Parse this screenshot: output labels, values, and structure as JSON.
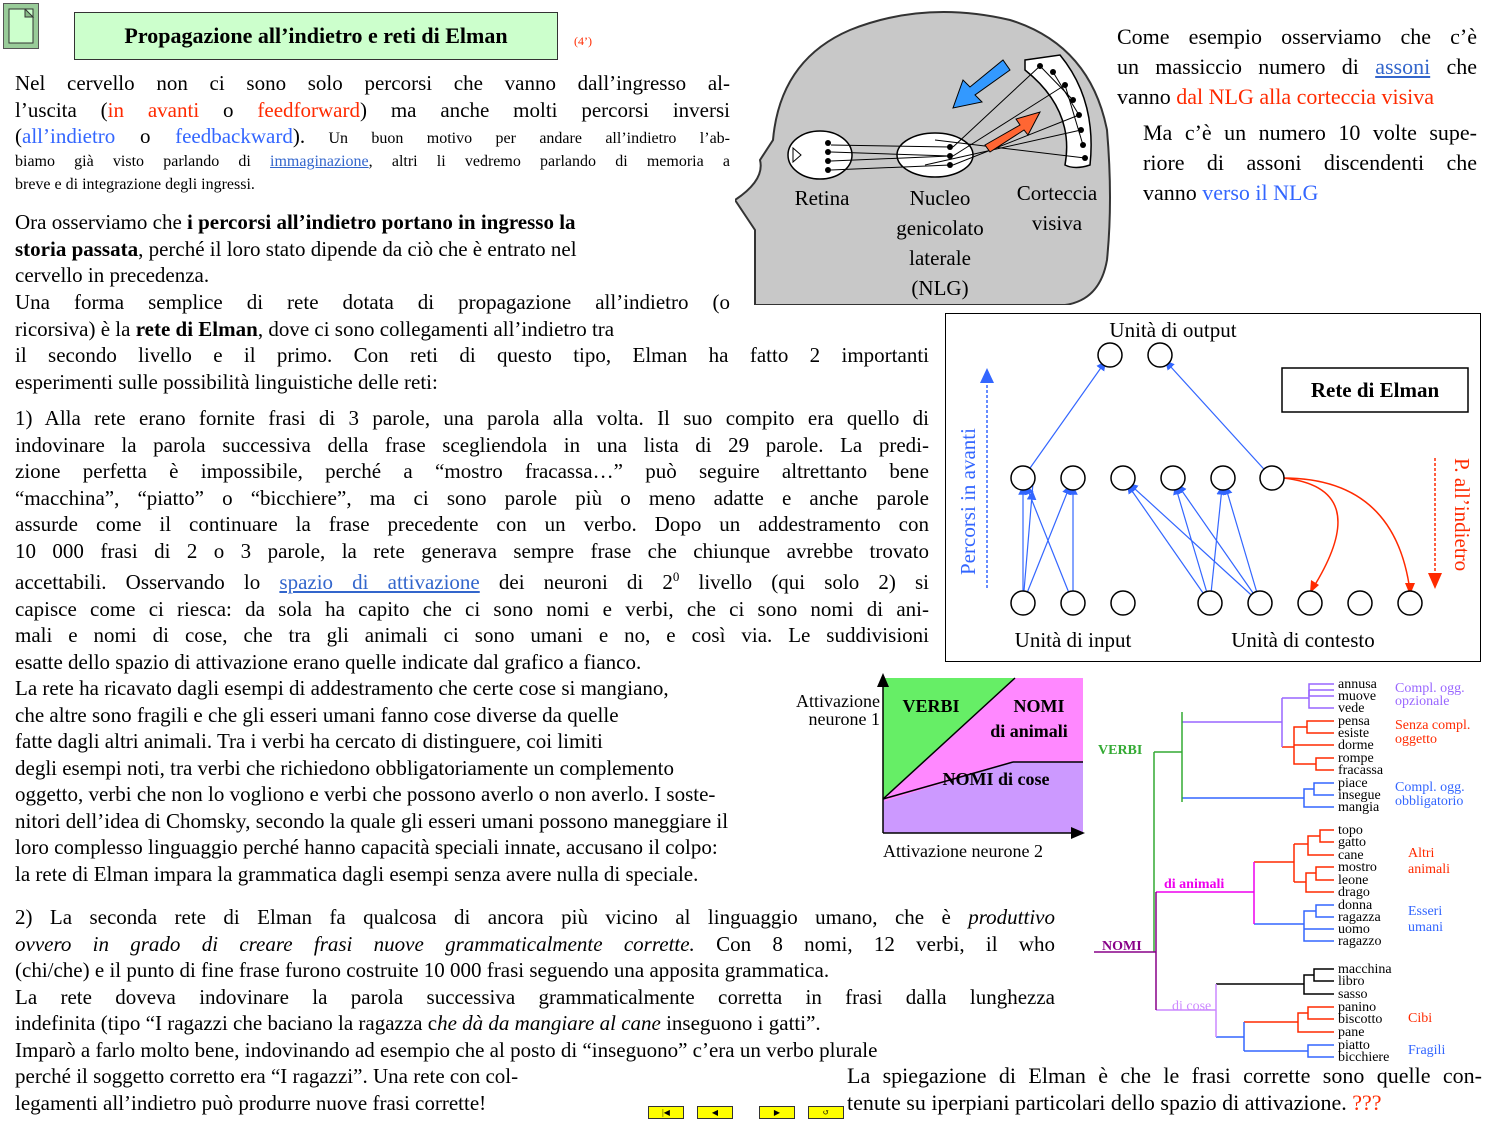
{
  "title": "Propagazione all’indietro e reti di Elman",
  "duration": "(4’)",
  "intro": {
    "p1_a": "Nel cervello non ci sono solo percorsi che vanno dall’ingresso al-",
    "p1_b1": "l’uscita (",
    "p1_b2": "in avanti",
    "p1_b3": " o ",
    "p1_b4": "feedforward",
    "p1_b5": ") ma anche molti percorsi inversi",
    "p1_c1": "(",
    "p1_c2": "all’indietro",
    "p1_c3": " o ",
    "p1_c4": "feedbackward",
    "p1_c5": ").",
    "p1_c6": "  Un buon motivo per andare all’indietro l’ab-",
    "p1_d1": "biamo già visto parlando di ",
    "p1_d2": "immaginazione",
    "p1_d3": ", altri li vedremo parlando di memoria a",
    "p1_e": "breve e di integrazione degli ingressi."
  },
  "history": {
    "a1": "Ora osserviamo che ",
    "a2": "i percorsi all’indietro portano in ingresso la",
    "b1": "storia passata",
    "b2": ", perché il loro stato dipende da ciò che è entrato nel",
    "c": "cervello in precedenza."
  },
  "elman_def": {
    "a": "Una forma semplice di rete dotata di propagazione all’indietro (o",
    "b1": "ricorsiva) è la ",
    "b2": "rete di Elman",
    "b3": ", dove ci sono collegamenti all’indietro tra",
    "c1": "il secondo livello e il primo.",
    "c2": " Con reti di questo tipo, Elman ha fatto 2 importanti",
    "d": "esperimenti sulle possibilità linguistiche delle reti:"
  },
  "exp1": {
    "l1": "1) Alla rete erano fornite frasi di 3 parole, una parola alla volta. Il suo compito era quello di",
    "l2": "indovinare la parola successiva della frase scegliendola in una lista di 29 parole.  La predi-",
    "l3": "zione perfetta è impossibile, perché a “mostro fracassa…” può seguire altrettanto bene",
    "l4": "“macchina”, “piatto” o “bicchiere”, ma ci sono parole più o meno adatte e anche parole",
    "l5": "assurde come il continuare la frase precedente con un verbo.  Dopo un addestramento con",
    "l6": "10 000 frasi di 2 o 3 parole, la rete generava sempre frase che chiunque avrebbe trovato",
    "l7a": "accettabili. Osservando lo ",
    "l7b": "spazio di attivazione",
    "l7c": " dei neuroni di 2",
    "l7sup": "0",
    "l7d": " livello (qui solo 2) si",
    "l8": "capisce come ci riesca: da sola ha capito che ci sono nomi e verbi, che ci sono nomi di ani-",
    "l9": "mali e nomi di cose, che tra gli animali ci sono umani e no, e così via.        Le suddivisioni",
    "l10": "esatte dello spazio di attivazione erano quelle indicate dal grafico a fianco.",
    "l11": "La rete ha ricavato dagli esempi di addestramento che certe cose si mangiano,",
    "l12": "che altre sono fragili    e che gli esseri umani fanno cose diverse da quelle",
    "l13": "fatte dagli altri animali.  Tra i verbi ha cercato di distinguere, coi limiti",
    "l14": "degli esempi noti, tra verbi che richiedono obbligatoriamente un complemento",
    "l15": "oggetto,  verbi che non lo vogliono  e verbi che possono averlo o non averlo. I soste-",
    "l16": "nitori dell’idea di Chomsky, secondo la quale gli esseri umani possono maneggiare il",
    "l17": "loro complesso linguaggio perché hanno capacità speciali innate,  accusano  il colpo:",
    "l18": "la rete di Elman impara la grammatica dagli esempi senza avere nulla di speciale."
  },
  "exp2": {
    "l1a": "2) La seconda rete di Elman fa qualcosa di ancora più vicino al linguaggio umano, che è ",
    "l1b": "produttivo",
    "l2a": "ovvero in grado di creare frasi nuove grammaticalmente corrette.",
    "l2b": "  Con 8 nomi, 12 verbi, il who",
    "l3": "(chi/che) e il punto di fine frase furono costruite 10 000 frasi seguendo una apposita grammatica.",
    "l4": "La rete doveva indovinare la parola successiva grammaticalmente corretta in frasi dalla lunghezza",
    "l5a": "indefinita (tipo “I ragazzi     che baciano la ragazza c",
    "l5b": "he dà da mangiare al cane",
    "l5c": "     inseguono i gatti”.",
    "l6": "Imparò a farlo molto bene, indovinando ad esempio che al posto di “inseguono” c’era un verbo plurale",
    "l7": "perché il soggetto corretto era “I ragazzi”.  Una rete con col-",
    "l8": "legamenti all’indietro può produrre nuove frasi corrette!"
  },
  "right_top": {
    "l1": "Come esempio osserviamo che c’è",
    "l2a": "un massiccio numero di ",
    "l2b": "assoni",
    "l2c": " che",
    "l3a": "vanno ",
    "l3b": "dal NLG alla corteccia visiva",
    "l4": "Ma c’è un numero 10 volte supe-",
    "l5": "riore di assoni discendenti che",
    "l6a": "vanno ",
    "l6b": "verso il NLG"
  },
  "brain": {
    "retina": "Retina",
    "nucleo": [
      "Nucleo",
      "genicolato",
      "laterale",
      "(NLG)"
    ],
    "corteccia": [
      "Corteccia",
      "visiva"
    ]
  },
  "elman_net": {
    "title": "Rete di Elman",
    "output": "Unità di output",
    "input": "Unità di input",
    "context": "Unità di contesto",
    "forward": "Percorsi in avanti",
    "backward": "P. all’indietro"
  },
  "activation": {
    "y_label": [
      "Attivazione",
      "neurone 1"
    ],
    "x_label": "Attivazione neurone 2",
    "verbi": "VERBI",
    "nomi_animali": [
      "NOMI",
      "di animali"
    ],
    "nomi_cose": "NOMI di cose"
  },
  "tree": {
    "verbi": "VERBI",
    "nomi": "NOMI",
    "di_animali": "di animali",
    "di_cose": "di cose",
    "words_verbi": [
      "annusa",
      "muove",
      "vede",
      "pensa",
      "esiste",
      "dorme",
      "rompe",
      "fracassa",
      "piace",
      "insegue",
      "mangia"
    ],
    "words_animali": [
      "topo",
      "gatto",
      "cane",
      "mostro",
      "leone",
      "drago",
      "donna",
      "ragazza",
      "uomo",
      "ragazzo"
    ],
    "words_cose": [
      "macchina",
      "libro",
      "sasso",
      "panino",
      "biscotto",
      "pane",
      "piatto",
      "bicchiere"
    ],
    "cat_compl_opz": [
      "Compl. ogg.",
      "opzionale"
    ],
    "cat_senza": [
      "Senza compl.",
      "oggetto"
    ],
    "cat_obbl": [
      "Compl. ogg.",
      "obbligatorio"
    ],
    "cat_altri": [
      "Altri",
      "animali"
    ],
    "cat_esseri": [
      "Esseri",
      "umani"
    ],
    "cat_cibi": "Cibi",
    "cat_fragili": "Fragili"
  },
  "conclusion": {
    "l1": "La spiegazione di Elman è che le frasi corrette sono quelle con-",
    "l2": "tenute su iperpiani particolari dello spazio di attivazione. ",
    "q": "???"
  },
  "nav": {
    "first": "|◀",
    "prev": "◀",
    "next": "▶",
    "back": "↺"
  },
  "colors": {
    "red": "#ff2a00",
    "blue": "#3366ff",
    "title_bg": "#ccffcc",
    "verbi_region": "#66ee66",
    "animali_region": "#ff88ff",
    "cose_region": "#cc99ff",
    "tree_verbi": "#33aa33",
    "tree_nomi": "#880088",
    "tree_animali": "#ee00ee",
    "tree_cose": "#cc88ff"
  }
}
